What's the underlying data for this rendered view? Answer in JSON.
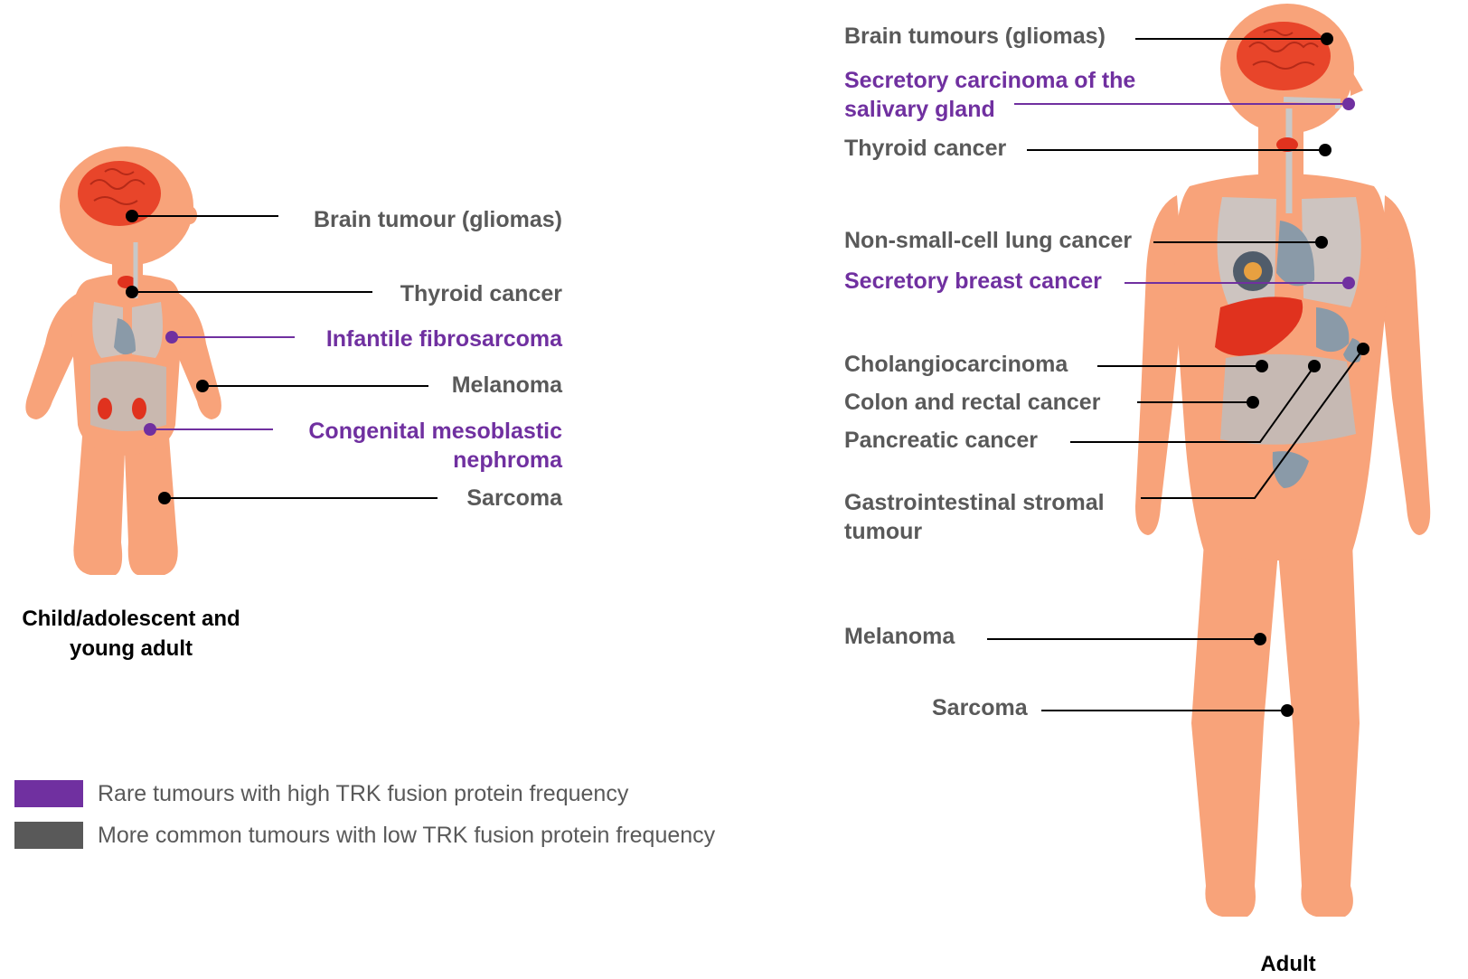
{
  "colors": {
    "rare": "#7030a0",
    "common": "#595959",
    "skin": "#f8a37a",
    "organ_gray": "#b0b0b0",
    "organ_red": "#e0321e",
    "brain": "#e8452a"
  },
  "child": {
    "caption_line1": "Child/adolescent and",
    "caption_line2": "young adult",
    "labels": [
      {
        "text": "Brain tumour (gliomas)",
        "type": "common"
      },
      {
        "text": "Thyroid cancer",
        "type": "common"
      },
      {
        "text": "Infantile fibrosarcoma",
        "type": "rare"
      },
      {
        "text": "Melanoma",
        "type": "common"
      },
      {
        "text": "Congenital mesoblastic",
        "type": "rare"
      },
      {
        "text": "nephroma",
        "type": "rare"
      },
      {
        "text": "Sarcoma",
        "type": "common"
      }
    ]
  },
  "adult": {
    "caption": "Adult",
    "labels": [
      {
        "text": "Brain tumours (gliomas)",
        "type": "common"
      },
      {
        "text": "Secretory carcinoma of the",
        "type": "rare"
      },
      {
        "text": "salivary gland",
        "type": "rare"
      },
      {
        "text": "Thyroid cancer",
        "type": "common"
      },
      {
        "text": "Non-small-cell lung cancer",
        "type": "common"
      },
      {
        "text": "Secretory breast cancer",
        "type": "rare"
      },
      {
        "text": "Cholangiocarcinoma",
        "type": "common"
      },
      {
        "text": "Colon and rectal cancer",
        "type": "common"
      },
      {
        "text": "Pancreatic cancer",
        "type": "common"
      },
      {
        "text": "Gastrointestinal stromal",
        "type": "common"
      },
      {
        "text": "tumour",
        "type": "common"
      },
      {
        "text": "Melanoma",
        "type": "common"
      },
      {
        "text": "Sarcoma",
        "type": "common"
      }
    ]
  },
  "legend": [
    {
      "text": "Rare tumours with high TRK fusion protein frequency",
      "color": "#7030a0"
    },
    {
      "text": "More common tumours with low TRK fusion protein frequency",
      "color": "#595959"
    }
  ]
}
